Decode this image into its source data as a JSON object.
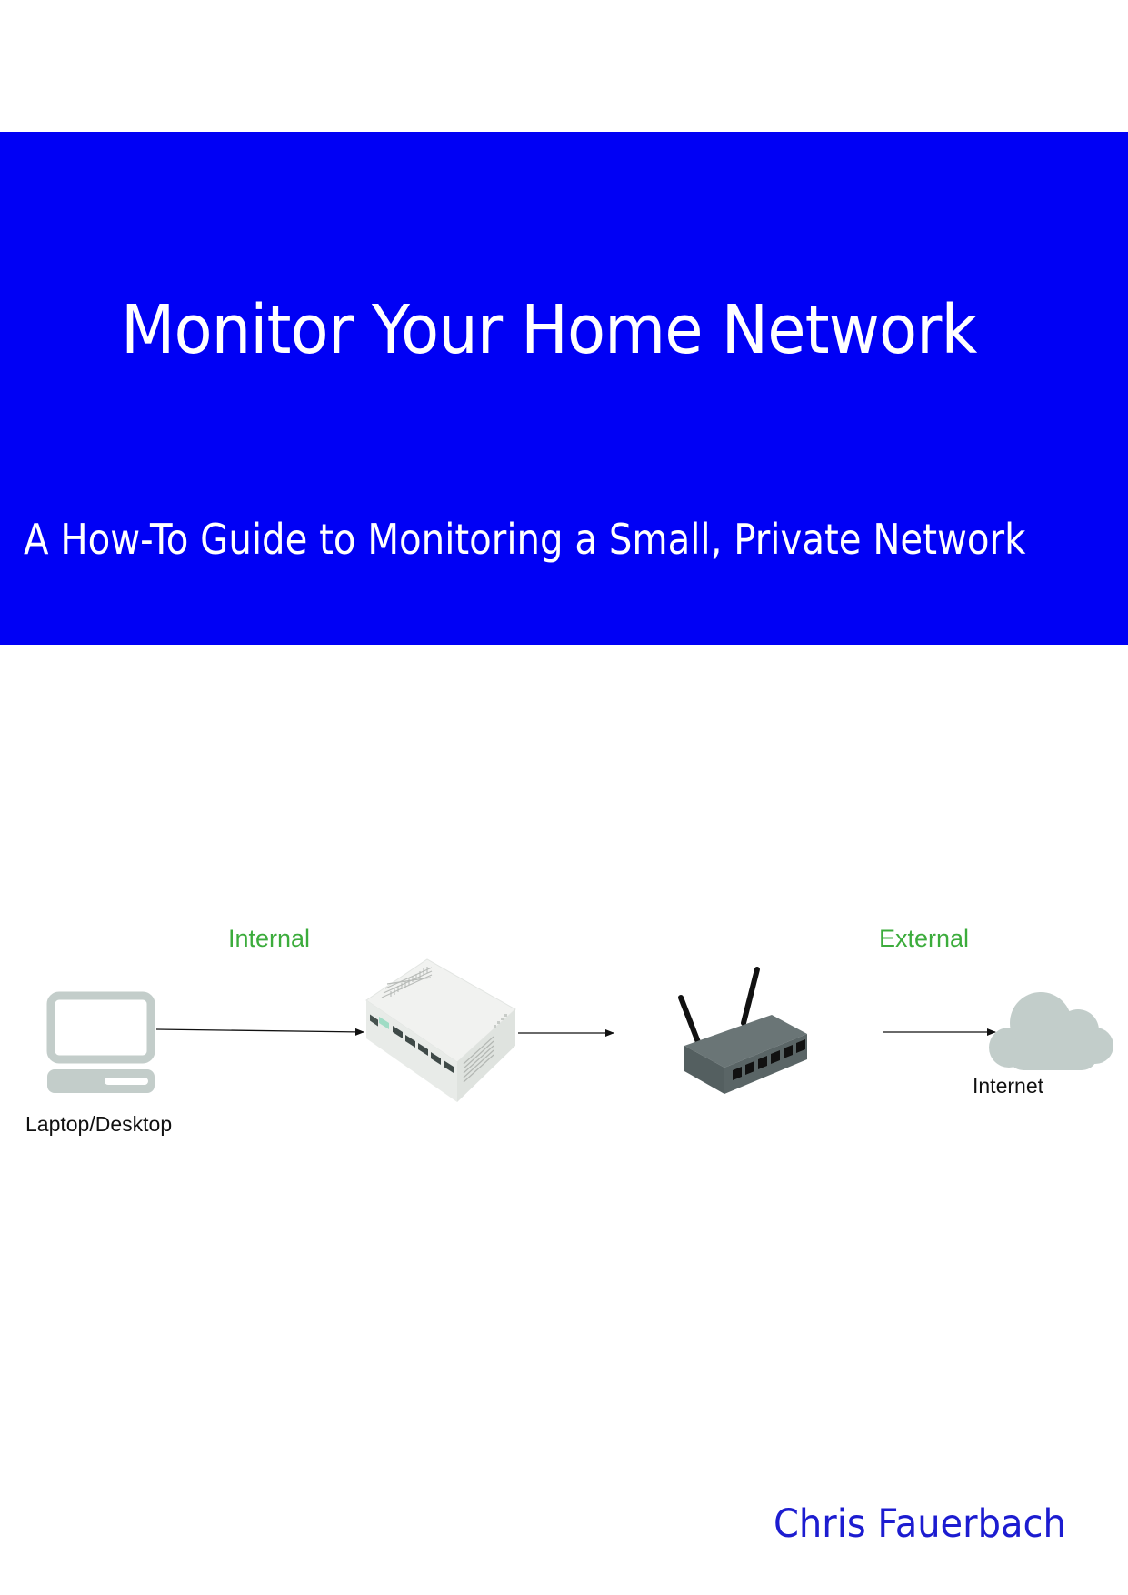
{
  "cover": {
    "title": "Monitor Your Home Network",
    "subtitle": "A How-To Guide to Monitoring a Small, Private Network",
    "author": "Chris Fauerbach",
    "colors": {
      "band": "#0000f5",
      "title_text": "#ffffff",
      "author_text": "#1c1cd0",
      "zone_label": "#3cac3c",
      "icon_gray": "#c3cdca",
      "router_body": "#5a6566"
    }
  },
  "diagram": {
    "zones": {
      "internal": "Internal",
      "external": "External"
    },
    "nodes": [
      {
        "id": "computer",
        "icon": "computer-icon",
        "label": "Laptop/Desktop"
      },
      {
        "id": "switch",
        "icon": "network-switch-icon",
        "label": ""
      },
      {
        "id": "router",
        "icon": "wireless-router-icon",
        "label": ""
      },
      {
        "id": "internet",
        "icon": "cloud-icon",
        "label": "Internet"
      }
    ],
    "edges": [
      {
        "from": "computer",
        "to": "switch"
      },
      {
        "from": "switch",
        "to": "router"
      },
      {
        "from": "router",
        "to": "internet"
      }
    ]
  }
}
